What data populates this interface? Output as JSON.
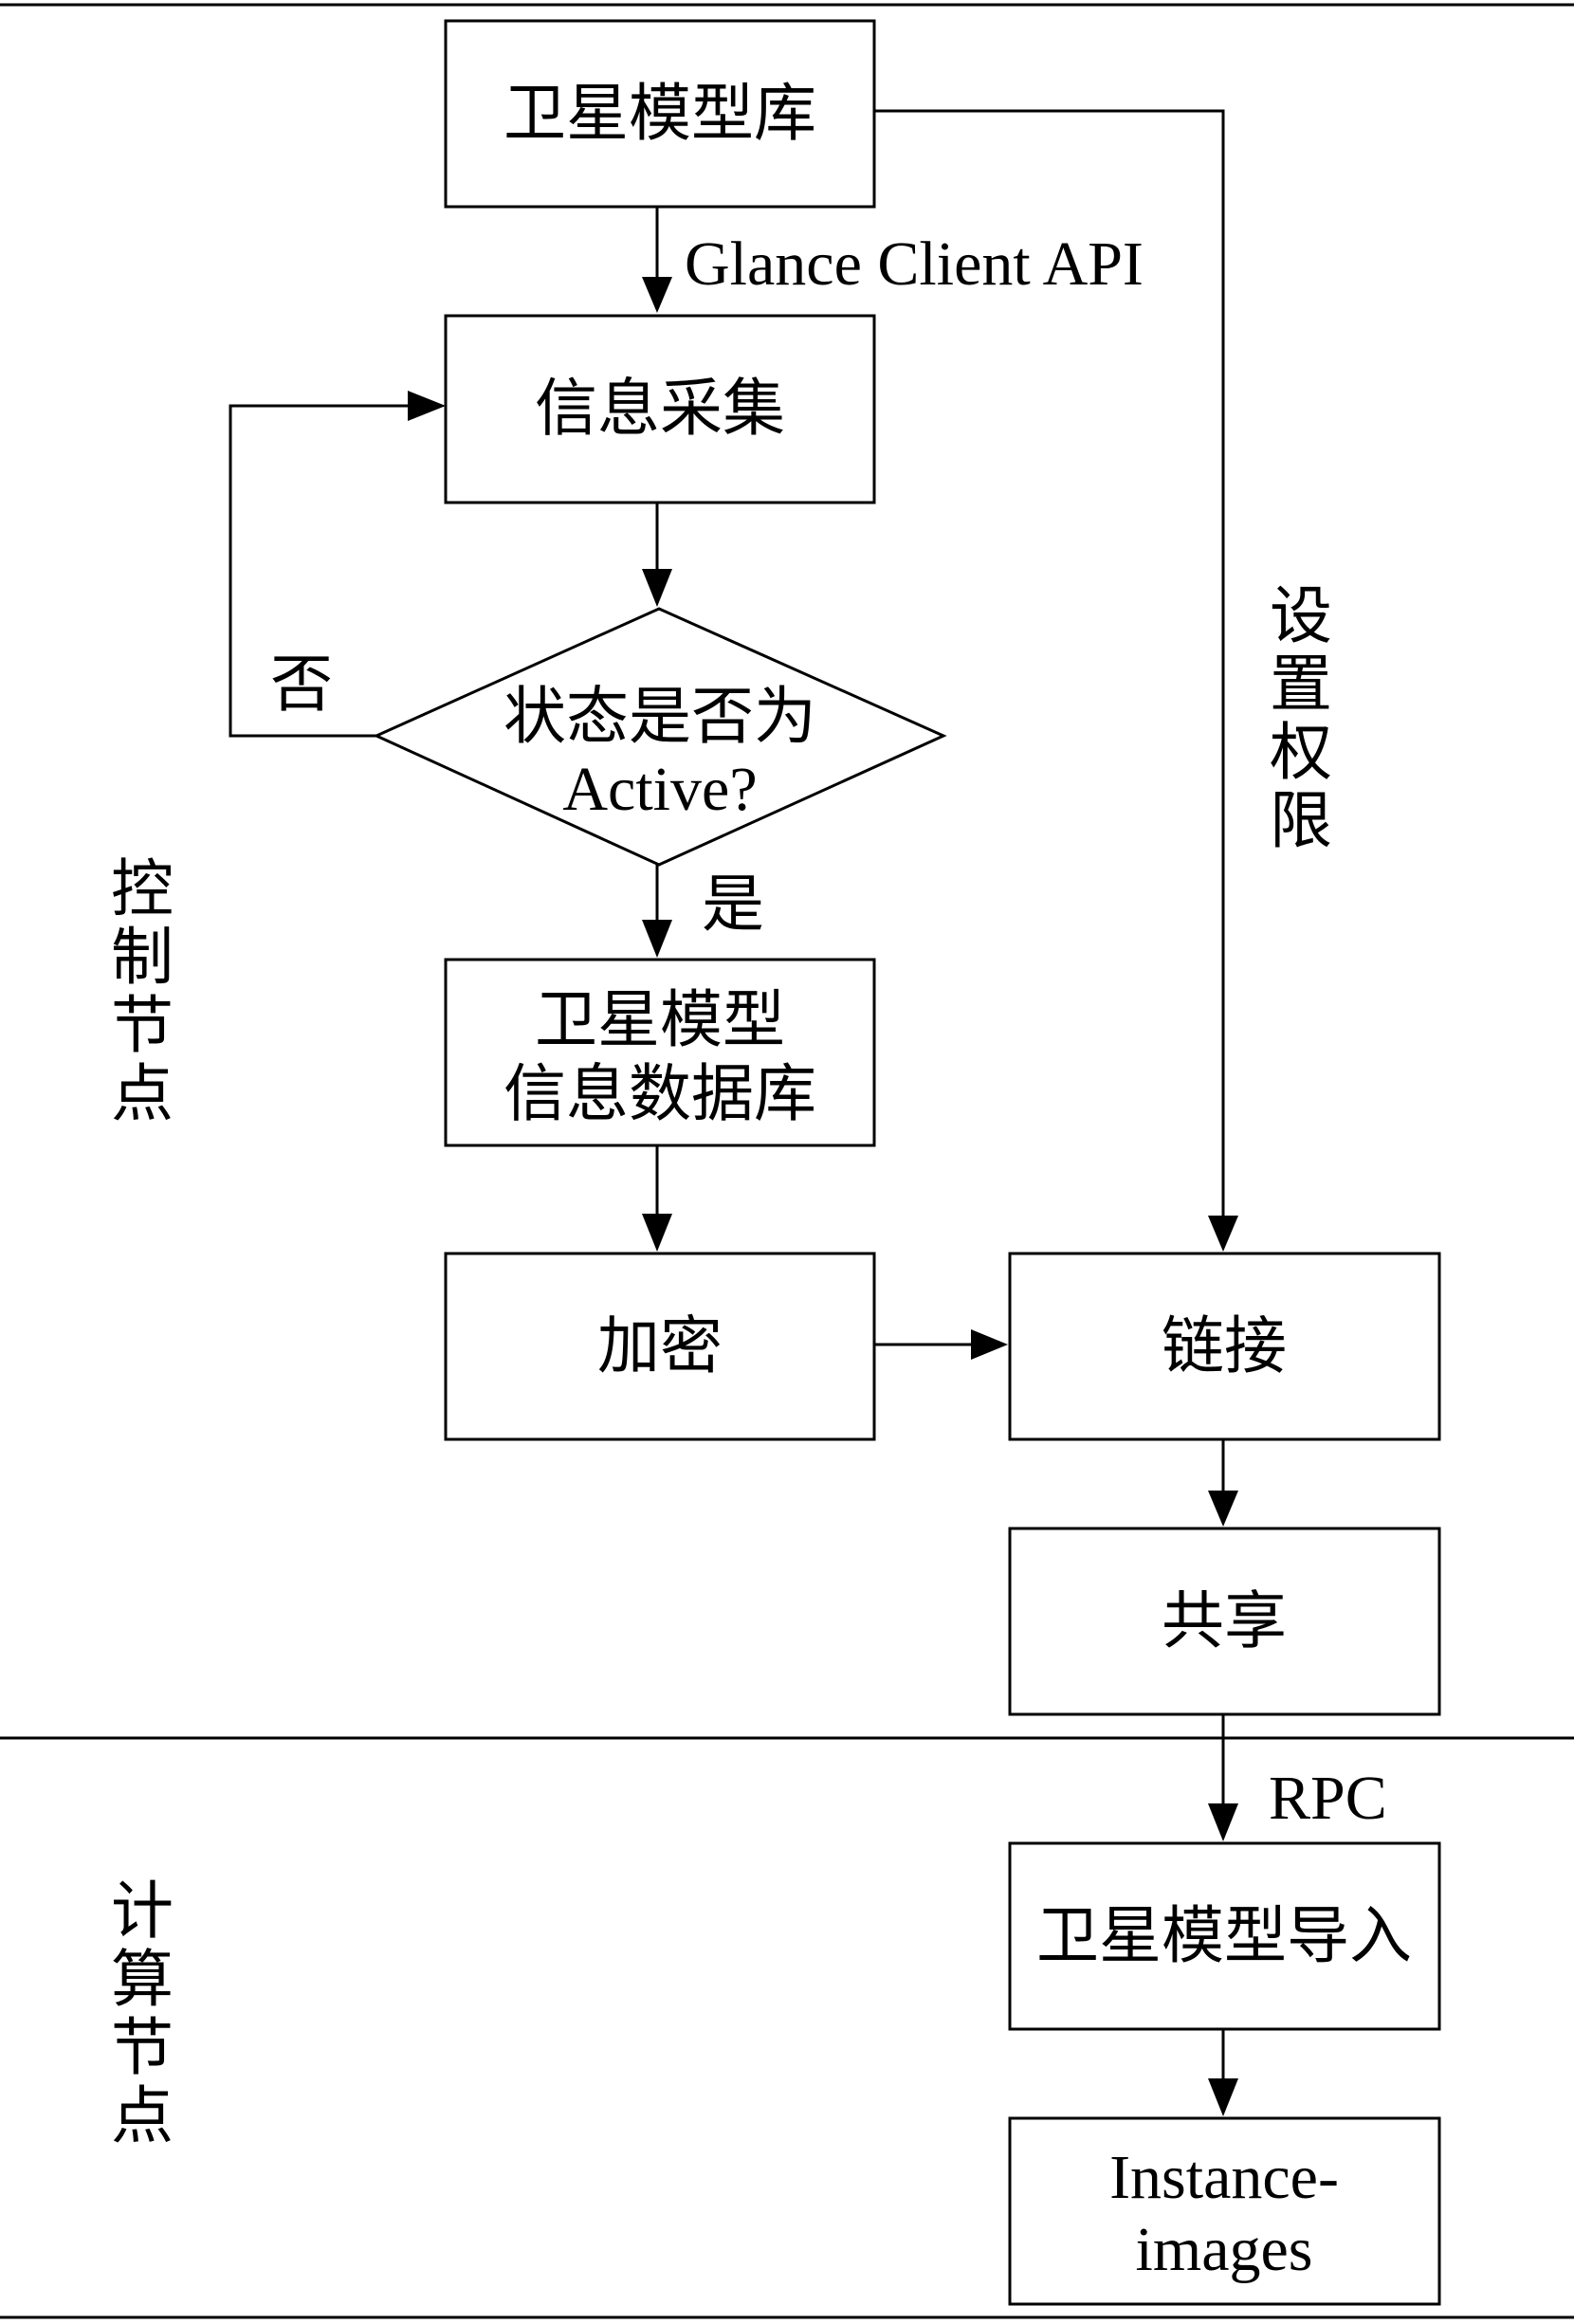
{
  "regions": {
    "control_label": [
      "控",
      "制",
      "节",
      "点"
    ],
    "compute_label": [
      "计",
      "算",
      "节",
      "点"
    ]
  },
  "nodes": {
    "model_library": "卫星模型库",
    "info_collect": "信息采集",
    "status_check": [
      "状态是否为",
      "Active?"
    ],
    "model_info_db": [
      "卫星模型",
      "信息数据库"
    ],
    "encrypt": "加密",
    "link": "链接",
    "share": "共享",
    "model_import": "卫星模型导入",
    "instance_images": [
      "Instance-",
      "images"
    ]
  },
  "edges": {
    "glance_api": "Glance Client API",
    "no": "否",
    "yes": "是",
    "set_permission": [
      "设",
      "置",
      "权",
      "限"
    ],
    "rpc": "RPC"
  }
}
